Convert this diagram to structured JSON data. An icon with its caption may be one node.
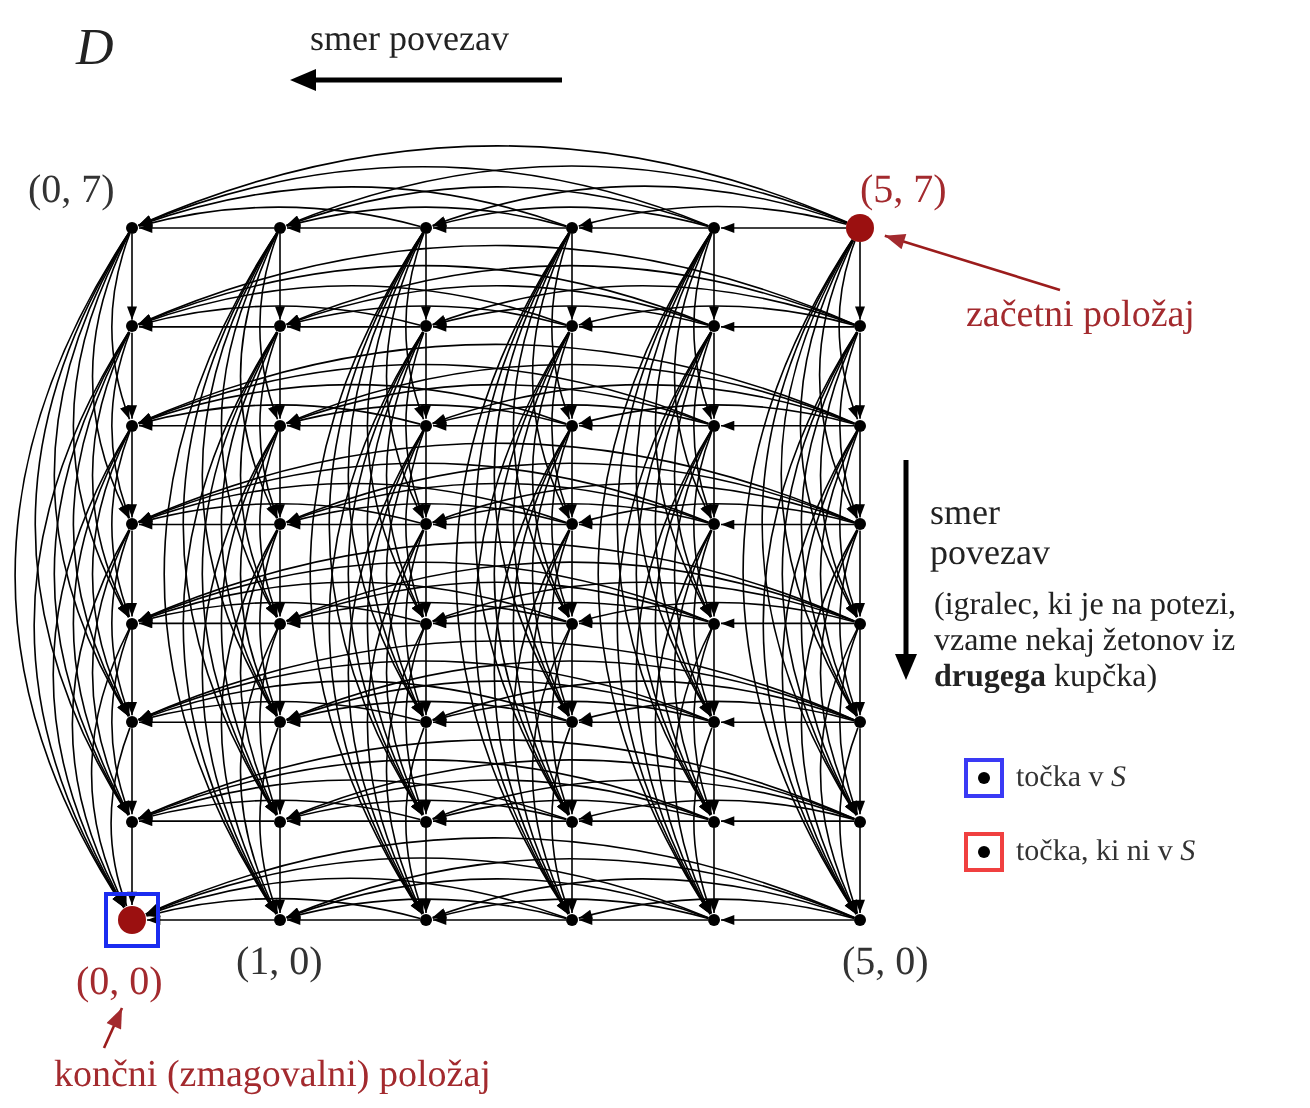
{
  "diagram": {
    "title": "D",
    "nodes": [
      {
        "text": [],
        "shape": "circle",
        "beside": [
          "(0, 7)"
        ]
      },
      {
        "text": [],
        "shape": "circle"
      },
      {
        "text": [],
        "shape": "circle"
      },
      {
        "text": [],
        "shape": "circle"
      },
      {
        "text": [],
        "shape": "circle"
      },
      {
        "text": [],
        "shape": "circle",
        "beside": [
          "(5, 7)"
        ]
      },
      {
        "text": [],
        "shape": "circle"
      },
      {
        "text": [],
        "shape": "circle"
      },
      {
        "text": [],
        "shape": "circle"
      },
      {
        "text": [],
        "shape": "circle"
      },
      {
        "text": [],
        "shape": "circle"
      },
      {
        "text": [],
        "shape": "circle"
      },
      {
        "text": [],
        "shape": "circle"
      },
      {
        "text": [],
        "shape": "circle"
      },
      {
        "text": [],
        "shape": "circle"
      },
      {
        "text": [],
        "shape": "circle"
      },
      {
        "text": [],
        "shape": "circle"
      },
      {
        "text": [],
        "shape": "circle"
      },
      {
        "text": [],
        "shape": "circle"
      },
      {
        "text": [],
        "shape": "circle"
      },
      {
        "text": [],
        "shape": "circle"
      },
      {
        "text": [],
        "shape": "circle"
      },
      {
        "text": [],
        "shape": "circle"
      },
      {
        "text": [],
        "shape": "circle"
      },
      {
        "text": [],
        "shape": "circle"
      },
      {
        "text": [],
        "shape": "circle"
      },
      {
        "text": [],
        "shape": "circle"
      },
      {
        "text": [],
        "shape": "circle"
      },
      {
        "text": [],
        "shape": "circle"
      },
      {
        "text": [],
        "shape": "circle"
      },
      {
        "text": [],
        "shape": "circle"
      },
      {
        "text": [],
        "shape": "circle"
      },
      {
        "text": [],
        "shape": "circle"
      },
      {
        "text": [],
        "shape": "circle"
      },
      {
        "text": [],
        "shape": "circle"
      },
      {
        "text": [],
        "shape": "circle"
      },
      {
        "text": [],
        "shape": "circle"
      },
      {
        "text": [],
        "shape": "circle"
      },
      {
        "text": [],
        "shape": "circle"
      },
      {
        "text": [],
        "shape": "circle"
      },
      {
        "text": [],
        "shape": "circle"
      },
      {
        "text": [],
        "shape": "circle"
      },
      {
        "text": [],
        "shape": "circle",
        "beside": [
          "(0, 0)"
        ]
      },
      {
        "text": [],
        "shape": "circle",
        "beside": [
          "(1, 0)"
        ]
      },
      {
        "text": [],
        "shape": "circle"
      },
      {
        "text": [],
        "shape": "circle"
      },
      {
        "text": [],
        "shape": "circle"
      },
      {
        "text": [],
        "shape": "circle",
        "beside": [
          "(5, 0)"
        ]
      },
      {
        "text": [
          "začetni položaj"
        ]
      },
      {
        "text": [
          "končni (zmagovalni) položaj"
        ]
      }
    ],
    "edges": [
      {
        "from": 1,
        "to": 0,
        "arrow": "to"
      },
      {
        "from": 2,
        "to": 0,
        "arrow": "to"
      },
      {
        "from": 2,
        "to": 1,
        "arrow": "to"
      },
      {
        "from": 3,
        "to": 0,
        "arrow": "to"
      },
      {
        "from": 3,
        "to": 1,
        "arrow": "to"
      },
      {
        "from": 3,
        "to": 2,
        "arrow": "to"
      },
      {
        "from": 4,
        "to": 0,
        "arrow": "to"
      },
      {
        "from": 4,
        "to": 1,
        "arrow": "to"
      },
      {
        "from": 4,
        "to": 2,
        "arrow": "to"
      },
      {
        "from": 4,
        "to": 3,
        "arrow": "to"
      },
      {
        "from": 5,
        "to": 0,
        "arrow": "to"
      },
      {
        "from": 5,
        "to": 1,
        "arrow": "to"
      },
      {
        "from": 5,
        "to": 2,
        "arrow": "to"
      },
      {
        "from": 5,
        "to": 3,
        "arrow": "to"
      },
      {
        "from": 5,
        "to": 4,
        "arrow": "to"
      },
      {
        "from": 7,
        "to": 6,
        "arrow": "to"
      },
      {
        "from": 8,
        "to": 6,
        "arrow": "to"
      },
      {
        "from": 8,
        "to": 7,
        "arrow": "to"
      },
      {
        "from": 9,
        "to": 6,
        "arrow": "to"
      },
      {
        "from": 9,
        "to": 7,
        "arrow": "to"
      },
      {
        "from": 9,
        "to": 8,
        "arrow": "to"
      },
      {
        "from": 10,
        "to": 6,
        "arrow": "to"
      },
      {
        "from": 10,
        "to": 7,
        "arrow": "to"
      },
      {
        "from": 10,
        "to": 8,
        "arrow": "to"
      },
      {
        "from": 10,
        "to": 9,
        "arrow": "to"
      },
      {
        "from": 11,
        "to": 6,
        "arrow": "to"
      },
      {
        "from": 11,
        "to": 7,
        "arrow": "to"
      },
      {
        "from": 11,
        "to": 8,
        "arrow": "to"
      },
      {
        "from": 11,
        "to": 9,
        "arrow": "to"
      },
      {
        "from": 11,
        "to": 10,
        "arrow": "to"
      },
      {
        "from": 13,
        "to": 12,
        "arrow": "to"
      },
      {
        "from": 14,
        "to": 12,
        "arrow": "to"
      },
      {
        "from": 14,
        "to": 13,
        "arrow": "to"
      },
      {
        "from": 15,
        "to": 12,
        "arrow": "to"
      },
      {
        "from": 15,
        "to": 13,
        "arrow": "to"
      },
      {
        "from": 15,
        "to": 14,
        "arrow": "to"
      },
      {
        "from": 16,
        "to": 12,
        "arrow": "to"
      },
      {
        "from": 16,
        "to": 13,
        "arrow": "to"
      },
      {
        "from": 16,
        "to": 14,
        "arrow": "to"
      },
      {
        "from": 16,
        "to": 15,
        "arrow": "to"
      },
      {
        "from": 17,
        "to": 12,
        "arrow": "to"
      },
      {
        "from": 17,
        "to": 13,
        "arrow": "to"
      },
      {
        "from": 17,
        "to": 14,
        "arrow": "to"
      },
      {
        "from": 17,
        "to": 15,
        "arrow": "to"
      },
      {
        "from": 17,
        "to": 16,
        "arrow": "to"
      },
      {
        "from": 19,
        "to": 18,
        "arrow": "to"
      },
      {
        "from": 20,
        "to": 18,
        "arrow": "to"
      },
      {
        "from": 20,
        "to": 19,
        "arrow": "to"
      },
      {
        "from": 21,
        "to": 18,
        "arrow": "to"
      },
      {
        "from": 21,
        "to": 19,
        "arrow": "to"
      },
      {
        "from": 21,
        "to": 20,
        "arrow": "to"
      },
      {
        "from": 22,
        "to": 18,
        "arrow": "to"
      },
      {
        "from": 22,
        "to": 19,
        "arrow": "to"
      },
      {
        "from": 22,
        "to": 20,
        "arrow": "to"
      },
      {
        "from": 22,
        "to": 21,
        "arrow": "to"
      },
      {
        "from": 23,
        "to": 18,
        "arrow": "to"
      },
      {
        "from": 23,
        "to": 19,
        "arrow": "to"
      },
      {
        "from": 23,
        "to": 20,
        "arrow": "to"
      },
      {
        "from": 23,
        "to": 21,
        "arrow": "to"
      },
      {
        "from": 23,
        "to": 22,
        "arrow": "to"
      },
      {
        "from": 25,
        "to": 24,
        "arrow": "to"
      },
      {
        "from": 26,
        "to": 24,
        "arrow": "to"
      },
      {
        "from": 26,
        "to": 25,
        "arrow": "to"
      },
      {
        "from": 27,
        "to": 24,
        "arrow": "to"
      },
      {
        "from": 27,
        "to": 25,
        "arrow": "to"
      },
      {
        "from": 27,
        "to": 26,
        "arrow": "to"
      },
      {
        "from": 28,
        "to": 24,
        "arrow": "to"
      },
      {
        "from": 28,
        "to": 25,
        "arrow": "to"
      },
      {
        "from": 28,
        "to": 26,
        "arrow": "to"
      },
      {
        "from": 28,
        "to": 27,
        "arrow": "to"
      },
      {
        "from": 29,
        "to": 24,
        "arrow": "to"
      },
      {
        "from": 29,
        "to": 25,
        "arrow": "to"
      },
      {
        "from": 29,
        "to": 26,
        "arrow": "to"
      },
      {
        "from": 29,
        "to": 27,
        "arrow": "to"
      },
      {
        "from": 29,
        "to": 28,
        "arrow": "to"
      },
      {
        "from": 31,
        "to": 30,
        "arrow": "to"
      },
      {
        "from": 32,
        "to": 30,
        "arrow": "to"
      },
      {
        "from": 32,
        "to": 31,
        "arrow": "to"
      },
      {
        "from": 33,
        "to": 30,
        "arrow": "to"
      },
      {
        "from": 33,
        "to": 31,
        "arrow": "to"
      },
      {
        "from": 33,
        "to": 32,
        "arrow": "to"
      },
      {
        "from": 34,
        "to": 30,
        "arrow": "to"
      },
      {
        "from": 34,
        "to": 31,
        "arrow": "to"
      },
      {
        "from": 34,
        "to": 32,
        "arrow": "to"
      },
      {
        "from": 34,
        "to": 33,
        "arrow": "to"
      },
      {
        "from": 35,
        "to": 30,
        "arrow": "to"
      },
      {
        "from": 35,
        "to": 31,
        "arrow": "to"
      },
      {
        "from": 35,
        "to": 32,
        "arrow": "to"
      },
      {
        "from": 35,
        "to": 33,
        "arrow": "to"
      },
      {
        "from": 35,
        "to": 34,
        "arrow": "to"
      },
      {
        "from": 37,
        "to": 36,
        "arrow": "to"
      },
      {
        "from": 38,
        "to": 36,
        "arrow": "to"
      },
      {
        "from": 38,
        "to": 37,
        "arrow": "to"
      },
      {
        "from": 39,
        "to": 36,
        "arrow": "to"
      },
      {
        "from": 39,
        "to": 37,
        "arrow": "to"
      },
      {
        "from": 39,
        "to": 38,
        "arrow": "to"
      },
      {
        "from": 40,
        "to": 36,
        "arrow": "to"
      },
      {
        "from": 40,
        "to": 37,
        "arrow": "to"
      },
      {
        "from": 40,
        "to": 38,
        "arrow": "to"
      },
      {
        "from": 40,
        "to": 39,
        "arrow": "to"
      },
      {
        "from": 41,
        "to": 36,
        "arrow": "to"
      },
      {
        "from": 41,
        "to": 37,
        "arrow": "to"
      },
      {
        "from": 41,
        "to": 38,
        "arrow": "to"
      },
      {
        "from": 41,
        "to": 39,
        "arrow": "to"
      },
      {
        "from": 41,
        "to": 40,
        "arrow": "to"
      },
      {
        "from": 43,
        "to": 42,
        "arrow": "to"
      },
      {
        "from": 44,
        "to": 42,
        "arrow": "to"
      },
      {
        "from": 44,
        "to": 43,
        "arrow": "to"
      },
      {
        "from": 45,
        "to": 42,
        "arrow": "to"
      },
      {
        "from": 45,
        "to": 43,
        "arrow": "to"
      },
      {
        "from": 45,
        "to": 44,
        "arrow": "to"
      },
      {
        "from": 46,
        "to": 42,
        "arrow": "to"
      },
      {
        "from": 46,
        "to": 43,
        "arrow": "to"
      },
      {
        "from": 46,
        "to": 44,
        "arrow": "to"
      },
      {
        "from": 46,
        "to": 45,
        "arrow": "to"
      },
      {
        "from": 47,
        "to": 42,
        "arrow": "to"
      },
      {
        "from": 47,
        "to": 43,
        "arrow": "to"
      },
      {
        "from": 47,
        "to": 44,
        "arrow": "to"
      },
      {
        "from": 47,
        "to": 45,
        "arrow": "to"
      },
      {
        "from": 47,
        "to": 46,
        "arrow": "to"
      },
      {
        "from": 0,
        "to": 6,
        "arrow": "to"
      },
      {
        "from": 0,
        "to": 12,
        "arrow": "to"
      },
      {
        "from": 0,
        "to": 18,
        "arrow": "to"
      },
      {
        "from": 0,
        "to": 24,
        "arrow": "to"
      },
      {
        "from": 0,
        "to": 30,
        "arrow": "to"
      },
      {
        "from": 0,
        "to": 36,
        "arrow": "to"
      },
      {
        "from": 0,
        "to": 42,
        "arrow": "to"
      },
      {
        "from": 6,
        "to": 12,
        "arrow": "to"
      },
      {
        "from": 6,
        "to": 18,
        "arrow": "to"
      },
      {
        "from": 6,
        "to": 24,
        "arrow": "to"
      },
      {
        "from": 6,
        "to": 30,
        "arrow": "to"
      },
      {
        "from": 6,
        "to": 36,
        "arrow": "to"
      },
      {
        "from": 6,
        "to": 42,
        "arrow": "to"
      },
      {
        "from": 12,
        "to": 18,
        "arrow": "to"
      },
      {
        "from": 12,
        "to": 24,
        "arrow": "to"
      },
      {
        "from": 12,
        "to": 30,
        "arrow": "to"
      },
      {
        "from": 12,
        "to": 36,
        "arrow": "to"
      },
      {
        "from": 12,
        "to": 42,
        "arrow": "to"
      },
      {
        "from": 18,
        "to": 24,
        "arrow": "to"
      },
      {
        "from": 18,
        "to": 30,
        "arrow": "to"
      },
      {
        "from": 18,
        "to": 36,
        "arrow": "to"
      },
      {
        "from": 18,
        "to": 42,
        "arrow": "to"
      },
      {
        "from": 24,
        "to": 30,
        "arrow": "to"
      },
      {
        "from": 24,
        "to": 36,
        "arrow": "to"
      },
      {
        "from": 24,
        "to": 42,
        "arrow": "to"
      },
      {
        "from": 30,
        "to": 36,
        "arrow": "to"
      },
      {
        "from": 30,
        "to": 42,
        "arrow": "to"
      },
      {
        "from": 36,
        "to": 42,
        "arrow": "to"
      },
      {
        "from": 1,
        "to": 7,
        "arrow": "to"
      },
      {
        "from": 1,
        "to": 13,
        "arrow": "to"
      },
      {
        "from": 1,
        "to": 19,
        "arrow": "to"
      },
      {
        "from": 1,
        "to": 25,
        "arrow": "to"
      },
      {
        "from": 1,
        "to": 31,
        "arrow": "to"
      },
      {
        "from": 1,
        "to": 37,
        "arrow": "to"
      },
      {
        "from": 1,
        "to": 43,
        "arrow": "to"
      },
      {
        "from": 7,
        "to": 13,
        "arrow": "to"
      },
      {
        "from": 7,
        "to": 19,
        "arrow": "to"
      },
      {
        "from": 7,
        "to": 25,
        "arrow": "to"
      },
      {
        "from": 7,
        "to": 31,
        "arrow": "to"
      },
      {
        "from": 7,
        "to": 37,
        "arrow": "to"
      },
      {
        "from": 7,
        "to": 43,
        "arrow": "to"
      },
      {
        "from": 13,
        "to": 19,
        "arrow": "to"
      },
      {
        "from": 13,
        "to": 25,
        "arrow": "to"
      },
      {
        "from": 13,
        "to": 31,
        "arrow": "to"
      },
      {
        "from": 13,
        "to": 37,
        "arrow": "to"
      },
      {
        "from": 13,
        "to": 43,
        "arrow": "to"
      },
      {
        "from": 19,
        "to": 25,
        "arrow": "to"
      },
      {
        "from": 19,
        "to": 31,
        "arrow": "to"
      },
      {
        "from": 19,
        "to": 37,
        "arrow": "to"
      },
      {
        "from": 19,
        "to": 43,
        "arrow": "to"
      },
      {
        "from": 25,
        "to": 31,
        "arrow": "to"
      },
      {
        "from": 25,
        "to": 37,
        "arrow": "to"
      },
      {
        "from": 25,
        "to": 43,
        "arrow": "to"
      },
      {
        "from": 31,
        "to": 37,
        "arrow": "to"
      },
      {
        "from": 31,
        "to": 43,
        "arrow": "to"
      },
      {
        "from": 37,
        "to": 43,
        "arrow": "to"
      },
      {
        "from": 2,
        "to": 8,
        "arrow": "to"
      },
      {
        "from": 2,
        "to": 14,
        "arrow": "to"
      },
      {
        "from": 2,
        "to": 20,
        "arrow": "to"
      },
      {
        "from": 2,
        "to": 26,
        "arrow": "to"
      },
      {
        "from": 2,
        "to": 32,
        "arrow": "to"
      },
      {
        "from": 2,
        "to": 38,
        "arrow": "to"
      },
      {
        "from": 2,
        "to": 44,
        "arrow": "to"
      },
      {
        "from": 8,
        "to": 14,
        "arrow": "to"
      },
      {
        "from": 8,
        "to": 20,
        "arrow": "to"
      },
      {
        "from": 8,
        "to": 26,
        "arrow": "to"
      },
      {
        "from": 8,
        "to": 32,
        "arrow": "to"
      },
      {
        "from": 8,
        "to": 38,
        "arrow": "to"
      },
      {
        "from": 8,
        "to": 44,
        "arrow": "to"
      },
      {
        "from": 14,
        "to": 20,
        "arrow": "to"
      },
      {
        "from": 14,
        "to": 26,
        "arrow": "to"
      },
      {
        "from": 14,
        "to": 32,
        "arrow": "to"
      },
      {
        "from": 14,
        "to": 38,
        "arrow": "to"
      },
      {
        "from": 14,
        "to": 44,
        "arrow": "to"
      },
      {
        "from": 20,
        "to": 26,
        "arrow": "to"
      },
      {
        "from": 20,
        "to": 32,
        "arrow": "to"
      },
      {
        "from": 20,
        "to": 38,
        "arrow": "to"
      },
      {
        "from": 20,
        "to": 44,
        "arrow": "to"
      },
      {
        "from": 26,
        "to": 32,
        "arrow": "to"
      },
      {
        "from": 26,
        "to": 38,
        "arrow": "to"
      },
      {
        "from": 26,
        "to": 44,
        "arrow": "to"
      },
      {
        "from": 32,
        "to": 38,
        "arrow": "to"
      },
      {
        "from": 32,
        "to": 44,
        "arrow": "to"
      },
      {
        "from": 38,
        "to": 44,
        "arrow": "to"
      },
      {
        "from": 3,
        "to": 9,
        "arrow": "to"
      },
      {
        "from": 3,
        "to": 15,
        "arrow": "to"
      },
      {
        "from": 3,
        "to": 21,
        "arrow": "to"
      },
      {
        "from": 3,
        "to": 27,
        "arrow": "to"
      },
      {
        "from": 3,
        "to": 33,
        "arrow": "to"
      },
      {
        "from": 3,
        "to": 39,
        "arrow": "to"
      },
      {
        "from": 3,
        "to": 45,
        "arrow": "to"
      },
      {
        "from": 9,
        "to": 15,
        "arrow": "to"
      },
      {
        "from": 9,
        "to": 21,
        "arrow": "to"
      },
      {
        "from": 9,
        "to": 27,
        "arrow": "to"
      },
      {
        "from": 9,
        "to": 33,
        "arrow": "to"
      },
      {
        "from": 9,
        "to": 39,
        "arrow": "to"
      },
      {
        "from": 9,
        "to": 45,
        "arrow": "to"
      },
      {
        "from": 15,
        "to": 21,
        "arrow": "to"
      },
      {
        "from": 15,
        "to": 27,
        "arrow": "to"
      },
      {
        "from": 15,
        "to": 33,
        "arrow": "to"
      },
      {
        "from": 15,
        "to": 39,
        "arrow": "to"
      },
      {
        "from": 15,
        "to": 45,
        "arrow": "to"
      },
      {
        "from": 21,
        "to": 27,
        "arrow": "to"
      },
      {
        "from": 21,
        "to": 33,
        "arrow": "to"
      },
      {
        "from": 21,
        "to": 39,
        "arrow": "to"
      },
      {
        "from": 21,
        "to": 45,
        "arrow": "to"
      },
      {
        "from": 27,
        "to": 33,
        "arrow": "to"
      },
      {
        "from": 27,
        "to": 39,
        "arrow": "to"
      },
      {
        "from": 27,
        "to": 45,
        "arrow": "to"
      },
      {
        "from": 33,
        "to": 39,
        "arrow": "to"
      },
      {
        "from": 33,
        "to": 45,
        "arrow": "to"
      },
      {
        "from": 39,
        "to": 45,
        "arrow": "to"
      },
      {
        "from": 4,
        "to": 10,
        "arrow": "to"
      },
      {
        "from": 4,
        "to": 16,
        "arrow": "to"
      },
      {
        "from": 4,
        "to": 22,
        "arrow": "to"
      },
      {
        "from": 4,
        "to": 28,
        "arrow": "to"
      },
      {
        "from": 4,
        "to": 34,
        "arrow": "to"
      },
      {
        "from": 4,
        "to": 40,
        "arrow": "to"
      },
      {
        "from": 4,
        "to": 46,
        "arrow": "to"
      },
      {
        "from": 10,
        "to": 16,
        "arrow": "to"
      },
      {
        "from": 10,
        "to": 22,
        "arrow": "to"
      },
      {
        "from": 10,
        "to": 28,
        "arrow": "to"
      },
      {
        "from": 10,
        "to": 34,
        "arrow": "to"
      },
      {
        "from": 10,
        "to": 40,
        "arrow": "to"
      },
      {
        "from": 10,
        "to": 46,
        "arrow": "to"
      },
      {
        "from": 16,
        "to": 22,
        "arrow": "to"
      },
      {
        "from": 16,
        "to": 28,
        "arrow": "to"
      },
      {
        "from": 16,
        "to": 34,
        "arrow": "to"
      },
      {
        "from": 16,
        "to": 40,
        "arrow": "to"
      },
      {
        "from": 16,
        "to": 46,
        "arrow": "to"
      },
      {
        "from": 22,
        "to": 28,
        "arrow": "to"
      },
      {
        "from": 22,
        "to": 34,
        "arrow": "to"
      },
      {
        "from": 22,
        "to": 40,
        "arrow": "to"
      },
      {
        "from": 22,
        "to": 46,
        "arrow": "to"
      },
      {
        "from": 28,
        "to": 34,
        "arrow": "to"
      },
      {
        "from": 28,
        "to": 40,
        "arrow": "to"
      },
      {
        "from": 28,
        "to": 46,
        "arrow": "to"
      },
      {
        "from": 34,
        "to": 40,
        "arrow": "to"
      },
      {
        "from": 34,
        "to": 46,
        "arrow": "to"
      },
      {
        "from": 40,
        "to": 46,
        "arrow": "to"
      },
      {
        "from": 5,
        "to": 11,
        "arrow": "to"
      },
      {
        "from": 5,
        "to": 17,
        "arrow": "to"
      },
      {
        "from": 5,
        "to": 23,
        "arrow": "to"
      },
      {
        "from": 5,
        "to": 29,
        "arrow": "to"
      },
      {
        "from": 5,
        "to": 35,
        "arrow": "to"
      },
      {
        "from": 5,
        "to": 41,
        "arrow": "to"
      },
      {
        "from": 5,
        "to": 47,
        "arrow": "to"
      },
      {
        "from": 11,
        "to": 17,
        "arrow": "to"
      },
      {
        "from": 11,
        "to": 23,
        "arrow": "to"
      },
      {
        "from": 11,
        "to": 29,
        "arrow": "to"
      },
      {
        "from": 11,
        "to": 35,
        "arrow": "to"
      },
      {
        "from": 11,
        "to": 41,
        "arrow": "to"
      },
      {
        "from": 11,
        "to": 47,
        "arrow": "to"
      },
      {
        "from": 17,
        "to": 23,
        "arrow": "to"
      },
      {
        "from": 17,
        "to": 29,
        "arrow": "to"
      },
      {
        "from": 17,
        "to": 35,
        "arrow": "to"
      },
      {
        "from": 17,
        "to": 41,
        "arrow": "to"
      },
      {
        "from": 17,
        "to": 47,
        "arrow": "to"
      },
      {
        "from": 23,
        "to": 29,
        "arrow": "to"
      },
      {
        "from": 23,
        "to": 35,
        "arrow": "to"
      },
      {
        "from": 23,
        "to": 41,
        "arrow": "to"
      },
      {
        "from": 23,
        "to": 47,
        "arrow": "to"
      },
      {
        "from": 29,
        "to": 35,
        "arrow": "to"
      },
      {
        "from": 29,
        "to": 41,
        "arrow": "to"
      },
      {
        "from": 29,
        "to": 47,
        "arrow": "to"
      },
      {
        "from": 35,
        "to": 41,
        "arrow": "to"
      },
      {
        "from": 35,
        "to": 47,
        "arrow": "to"
      },
      {
        "from": 41,
        "to": 47,
        "arrow": "to"
      },
      {
        "from": 48,
        "to": 5,
        "arrow": "to",
        "color": "#9b1c1c"
      },
      {
        "from": 49,
        "to": 42,
        "arrow": "to",
        "color": "#9b1c1c"
      }
    ],
    "labels": [
      "smer povezav",
      "smer povezav",
      "(igralec, ki je na potezi, vzame nekaj žetonov iz **drugega** kupčka)"
    ],
    "legend": [
      {
        "text": "točka v *S*"
      },
      {
        "text": "točka, ki ni v *S*"
      }
    ]
  }
}
